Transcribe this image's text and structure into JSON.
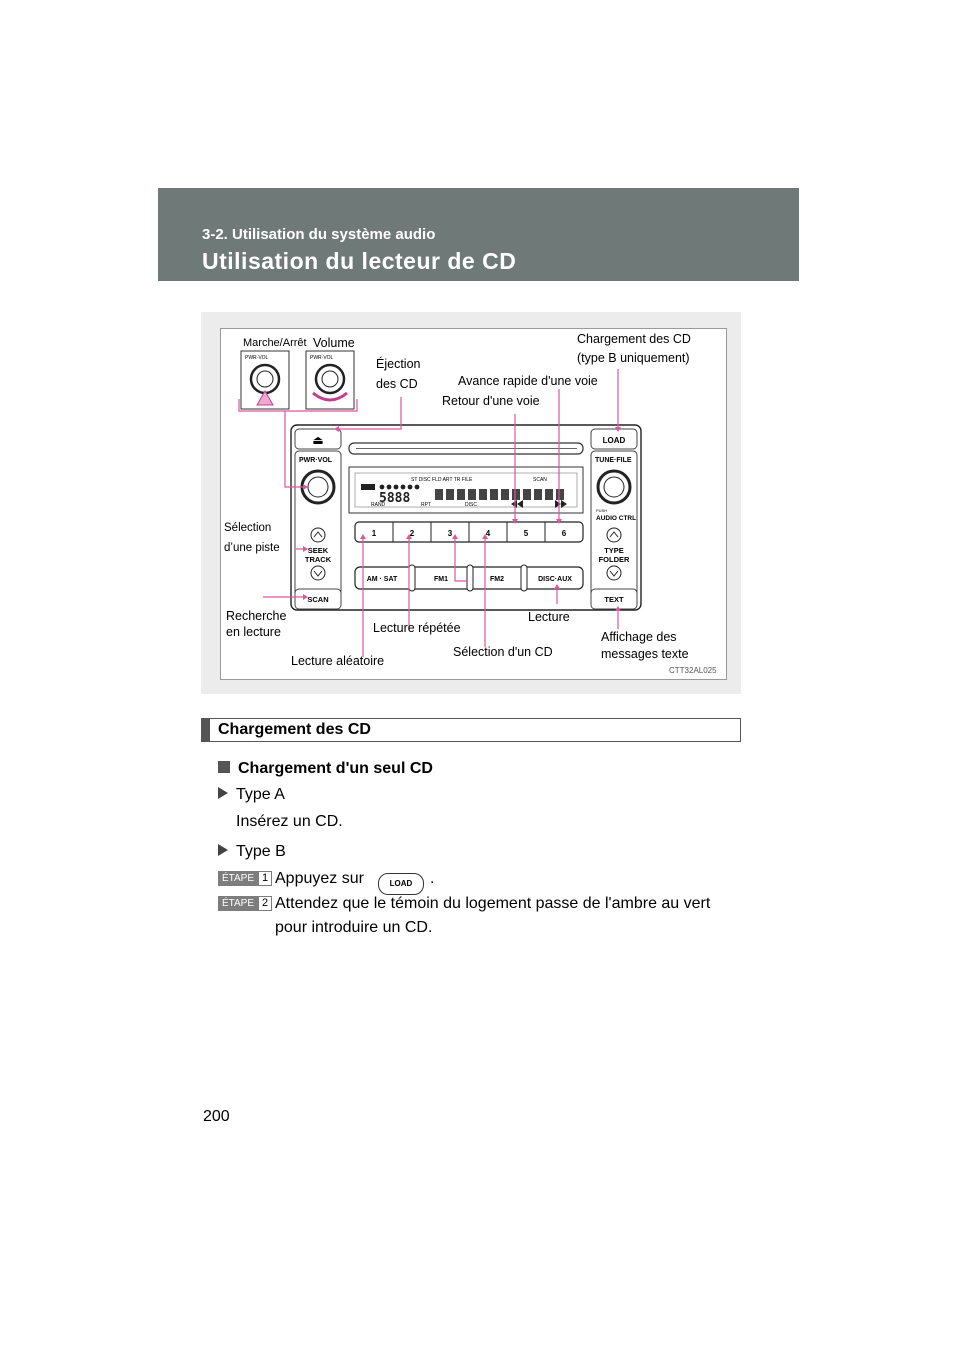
{
  "header": {
    "section": "3-2. Utilisation du système audio",
    "title": "Utilisation du lecteur de CD"
  },
  "figure": {
    "code": "CTT32AL025",
    "inset_labels": {
      "power": "Marche/Arrêt",
      "volume": "Volume",
      "knob_small": "PWR·VOL"
    },
    "callouts": {
      "eject_1": "Éjection",
      "eject_2": "des CD",
      "load_b_1": "Chargement des CD",
      "load_b_2": "(type B uniquement)",
      "ffwd": "Avance rapide d'une voie",
      "rew": "Retour d'une voie",
      "select_track_1": "Sélection",
      "select_track_2": "d’une piste",
      "scan_play_1": "Recherche",
      "scan_play_2": "en lecture",
      "repeat": "Lecture répétée",
      "play": "Lecture",
      "text_msg_1": "Affichage des",
      "text_msg_2": "messages texte",
      "random": "Lecture aléatoire",
      "disc_select": "Sélection d'un CD"
    },
    "unit": {
      "eject": "⏏",
      "load": "LOAD",
      "pwr_vol": "PWR·VOL",
      "tune_file": "TUNE·FILE",
      "push": "PUSH",
      "audio_ctrl": "AUDIO CTRL",
      "seek": "SEEK",
      "track": "TRACK",
      "type": "TYPE",
      "folder": "FOLDER",
      "scan": "SCAN",
      "text": "TEXT",
      "presets": [
        "1",
        "2",
        "3",
        "4",
        "5",
        "6"
      ],
      "bands": [
        "AM · SAT",
        "FM1",
        "FM2",
        "DISC·AUX"
      ],
      "display_top": "ST   DISC      FLD  ART  TR  FILE",
      "display_scan": "SCAN",
      "display_bottom_l": "RAND",
      "display_bottom_m": "RPT",
      "display_bottom_r": "DISC"
    }
  },
  "section": {
    "title": "Chargement des CD",
    "subhead": "Chargement d'un seul CD",
    "typeA": "Type A",
    "typeA_text": "Insérez un CD.",
    "typeB": "Type B",
    "step_word": "ÉTAPE",
    "step1_num": "1",
    "step1_text": "Appuyez sur",
    "step1_btn": "LOAD",
    "step1_end": ".",
    "step2_num": "2",
    "step2_text_1": "Attendez que le témoin du logement passe de l'ambre au vert",
    "step2_text_2": "pour introduire un CD."
  },
  "page_number": "200"
}
